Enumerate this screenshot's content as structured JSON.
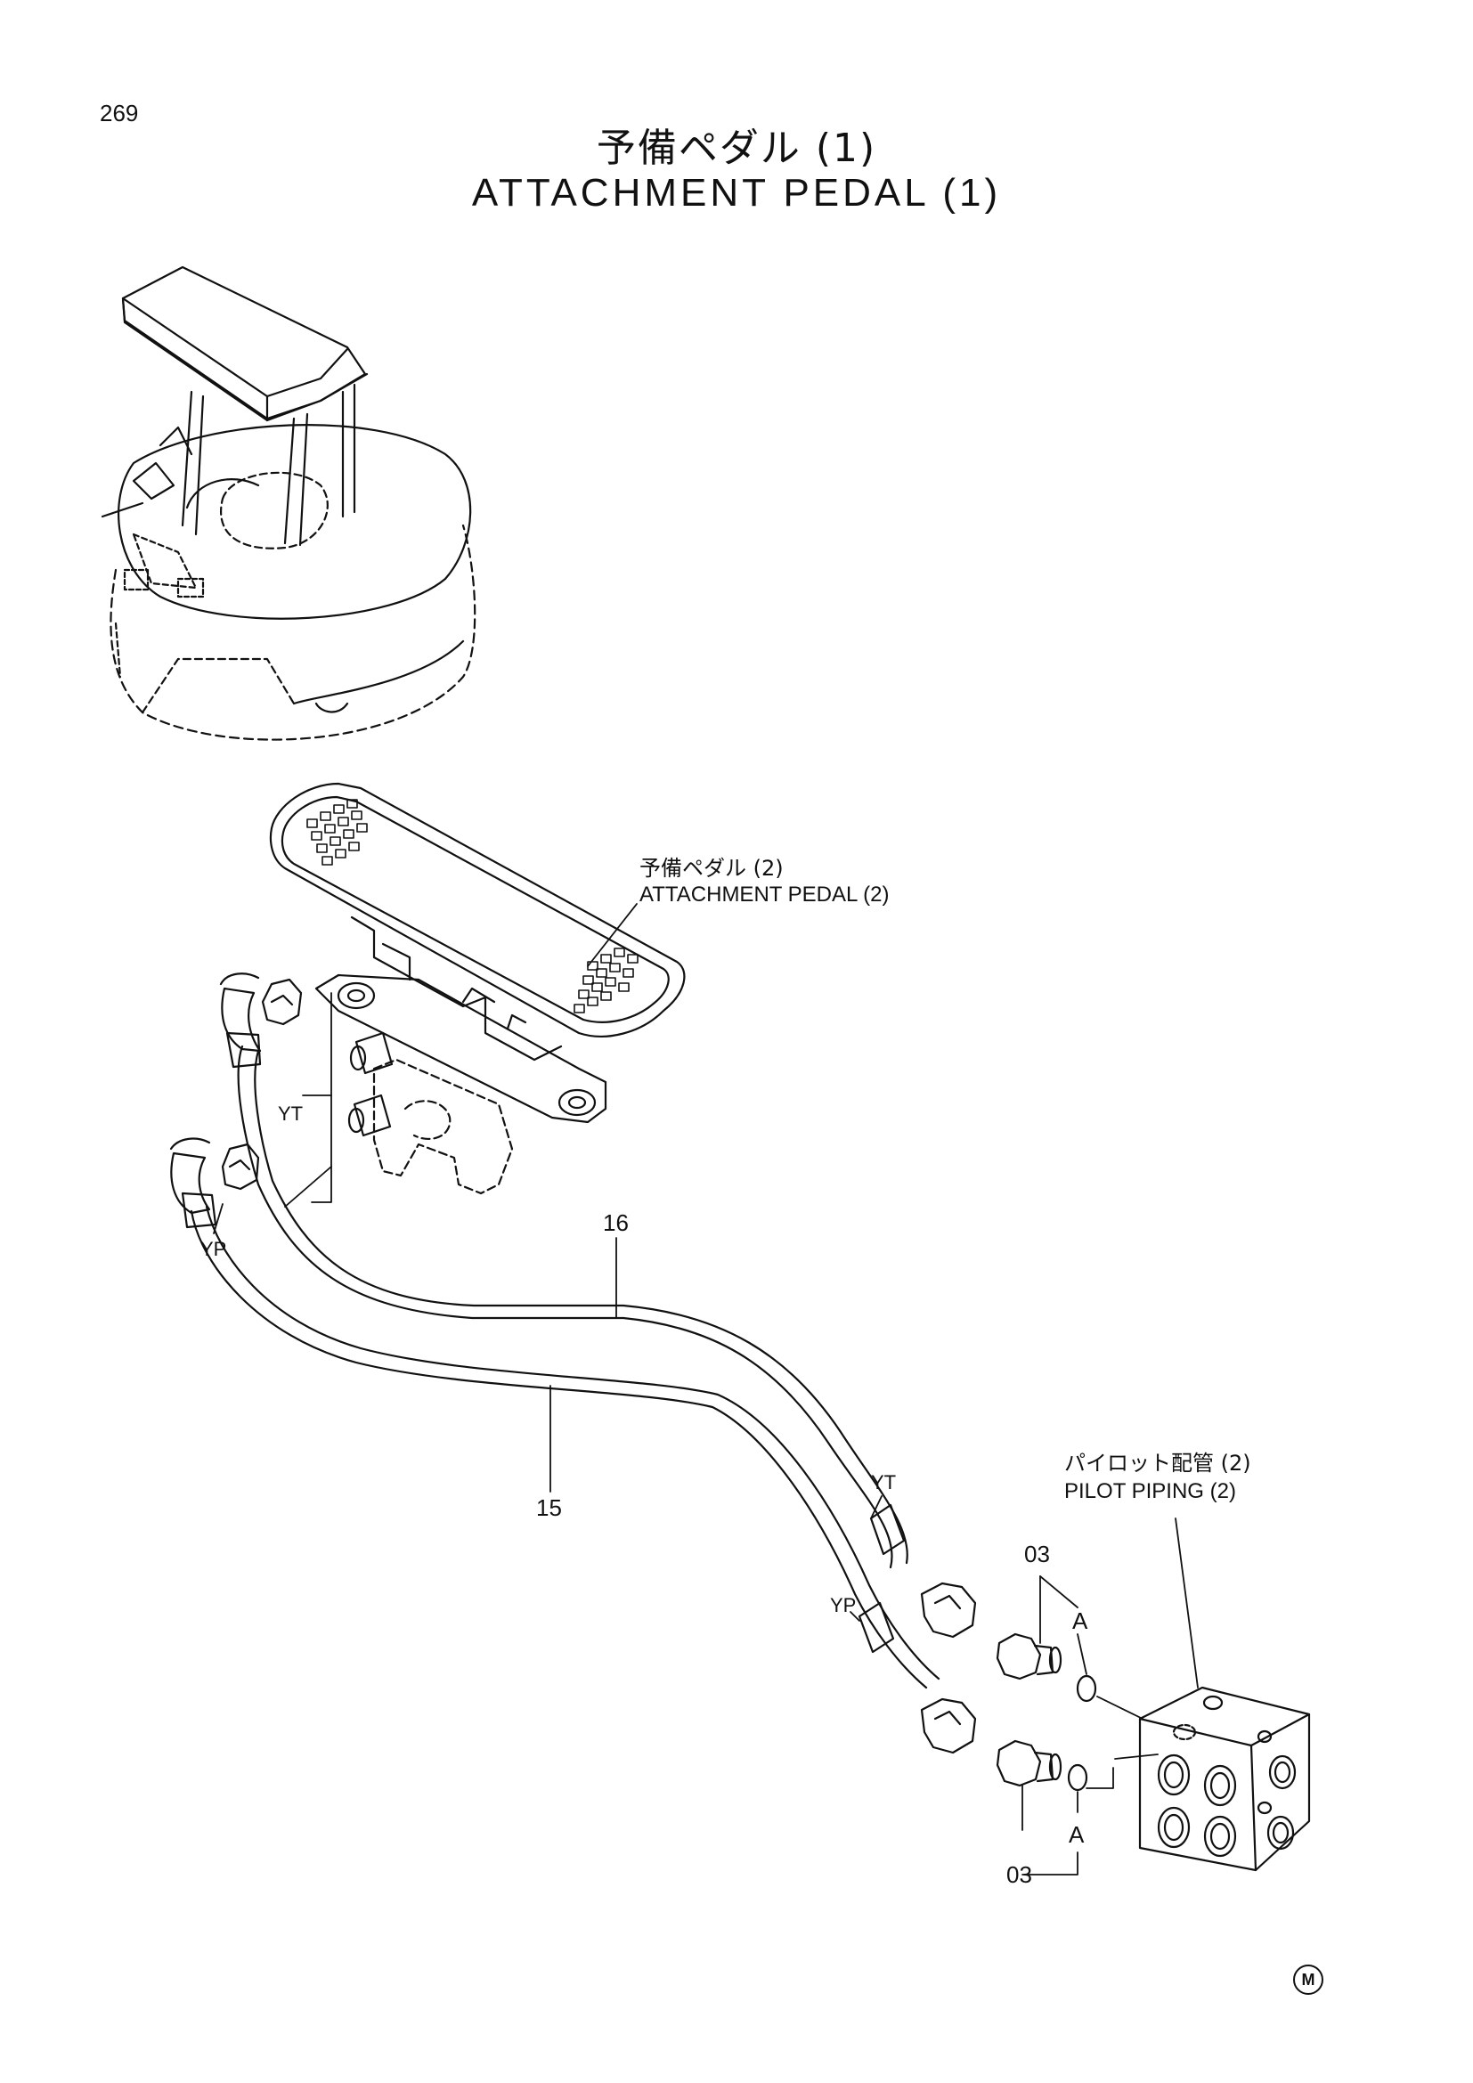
{
  "page_number": "269",
  "title_jp": "予備ペダル (1)",
  "title_en": "ATTACHMENT PEDAL (1)",
  "callouts": {
    "pedal_jp": "予備ペダル (2)",
    "pedal_en": "ATTACHMENT PEDAL (2)",
    "piping_jp": "パイロット配管 (2)",
    "piping_en": "PILOT PIPING (2)"
  },
  "part_numbers": {
    "hose_upper": "16",
    "hose_lower": "15",
    "adapter_top": "03",
    "adapter_bottom": "03"
  },
  "labels": {
    "yt_top": "YT",
    "yp_top": "YP",
    "yt_bottom": "YT",
    "yp_bottom": "YP",
    "a_top": "A",
    "a_bottom": "A"
  },
  "corner_mark": "M"
}
